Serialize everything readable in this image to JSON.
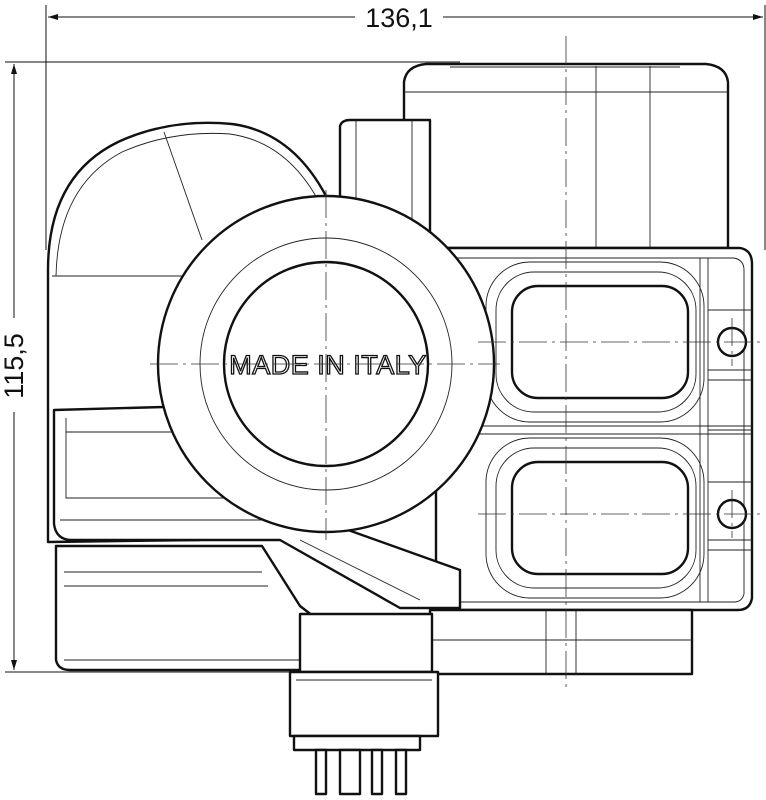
{
  "dimensions": {
    "width_label": "136,1",
    "height_label": "115,5"
  },
  "embossed_text": "MADE IN ITALY"
}
